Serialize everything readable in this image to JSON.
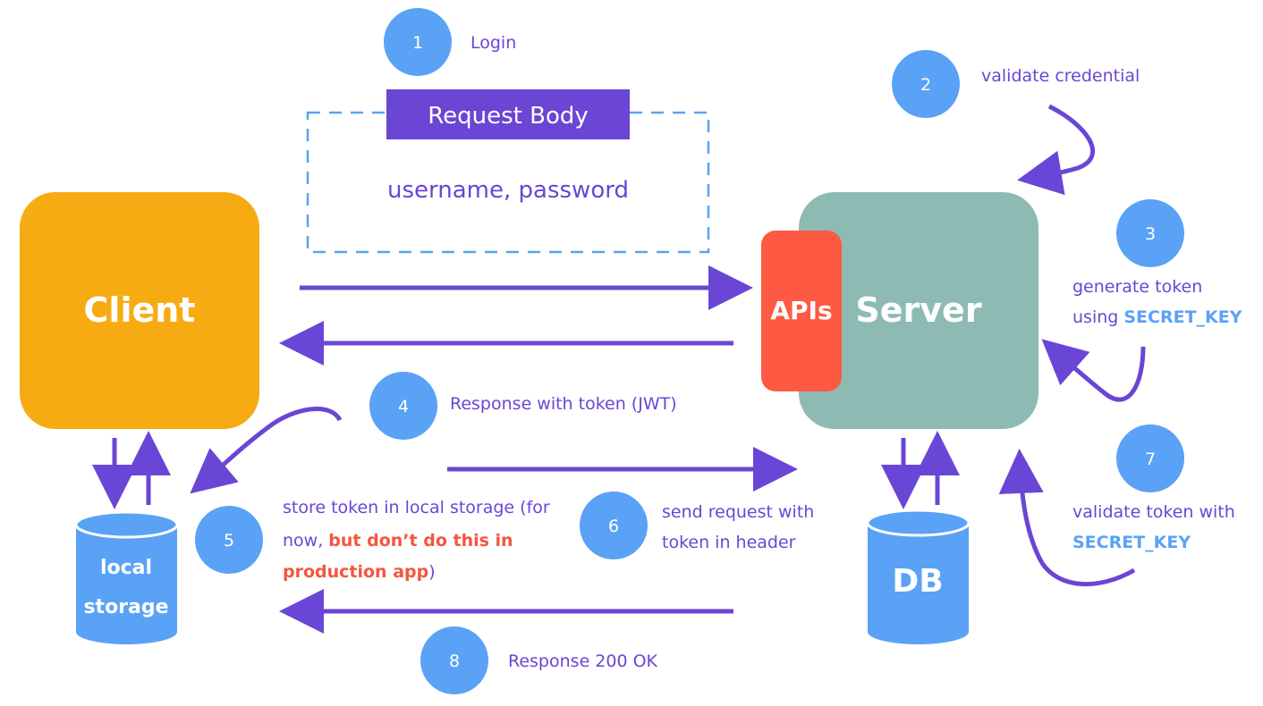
{
  "colors": {
    "purple": "#6a46d6",
    "blue": "#5aa2f5",
    "client": "#f7ab13",
    "server": "#8dbbb4",
    "apis": "#fe5942",
    "red_text": "#f5553f",
    "header_box": "#6b45d3"
  },
  "nodes": {
    "client": "Client",
    "server": "Server",
    "apis": "APIs",
    "db": "DB",
    "local_storage_line1": "local",
    "local_storage_line2": "storage"
  },
  "request_box": {
    "header": "Request Body",
    "content": "username, password"
  },
  "steps": {
    "s1": {
      "num": "1",
      "text": "Login"
    },
    "s2": {
      "num": "2",
      "text": "validate credential"
    },
    "s3": {
      "num": "3",
      "line1": "generate token",
      "line2_prefix": "using ",
      "line2_key": "SECRET_KEY"
    },
    "s4": {
      "num": "4",
      "text": "Response with token (JWT)"
    },
    "s5": {
      "num": "5",
      "line1": "store token in local storage (for",
      "line2_prefix": "now, ",
      "line2_warn": "but don’t do this in",
      "line3_warn": "production app",
      "line3_suffix": ")"
    },
    "s6": {
      "num": "6",
      "line1": "send request with",
      "line2": "token in header"
    },
    "s7": {
      "num": "7",
      "line1": "validate token with",
      "line2_key": "SECRET_KEY"
    },
    "s8": {
      "num": "8",
      "text": "Response 200 OK"
    }
  }
}
